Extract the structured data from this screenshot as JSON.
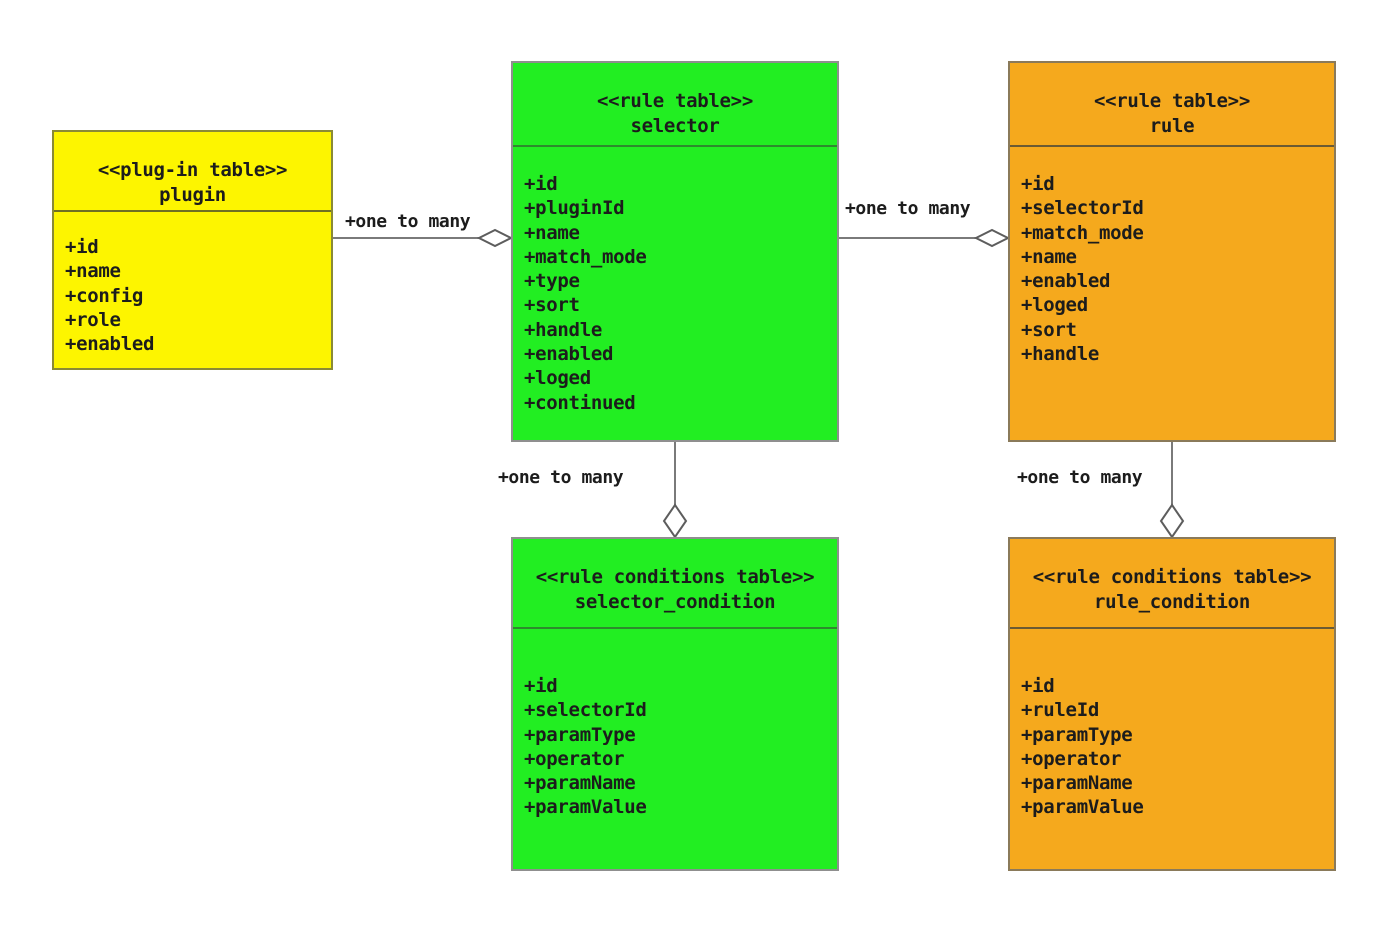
{
  "diagram": {
    "type": "uml-class-diagram",
    "background": "#ffffff",
    "colors": {
      "plugin": "#fdf500",
      "selector": "#22ee22",
      "rule": "#f5a91d",
      "selector_condition": "#22ee22",
      "rule_condition": "#f5a91d",
      "line": "#7a7a7a",
      "text": "#1c1c1c"
    },
    "entities": [
      {
        "id": "plugin",
        "stereotype": "<<plug-in table>>",
        "name": "plugin",
        "attributes": [
          "+id",
          "+name",
          "+config",
          "+role",
          "+enabled"
        ]
      },
      {
        "id": "selector",
        "stereotype": "<<rule table>>",
        "name": "selector",
        "attributes": [
          "+id",
          "+pluginId",
          "+name",
          "+match_mode",
          "+type",
          "+sort",
          "+handle",
          "+enabled",
          "+loged",
          "+continued"
        ]
      },
      {
        "id": "rule",
        "stereotype": "<<rule table>>",
        "name": "rule",
        "attributes": [
          "+id",
          "+selectorId",
          "+match_mode",
          "+name",
          "+enabled",
          "+loged",
          "+sort",
          "+handle"
        ]
      },
      {
        "id": "selector_condition",
        "stereotype": "<<rule conditions table>>",
        "name": "selector_condition",
        "attributes": [
          "+id",
          "+selectorId",
          "+paramType",
          "+operator",
          "+paramName",
          "+paramValue"
        ]
      },
      {
        "id": "rule_condition",
        "stereotype": "<<rule conditions table>>",
        "name": "rule_condition",
        "attributes": [
          "+id",
          "+ruleId",
          "+paramType",
          "+operator",
          "+paramName",
          "+paramValue"
        ]
      }
    ],
    "relationships": [
      {
        "id": "plugin-selector",
        "from": "plugin",
        "to": "selector",
        "label": "+one to many",
        "marker": "hollow-diamond",
        "orientation": "horizontal"
      },
      {
        "id": "selector-rule",
        "from": "selector",
        "to": "rule",
        "label": "+one to many",
        "marker": "hollow-diamond",
        "orientation": "horizontal"
      },
      {
        "id": "selector-selcond",
        "from": "selector",
        "to": "selector_condition",
        "label": "+one to many",
        "marker": "hollow-diamond",
        "orientation": "vertical"
      },
      {
        "id": "rule-rulecond",
        "from": "rule",
        "to": "rule_condition",
        "label": "+one to many",
        "marker": "hollow-diamond",
        "orientation": "vertical"
      }
    ]
  }
}
